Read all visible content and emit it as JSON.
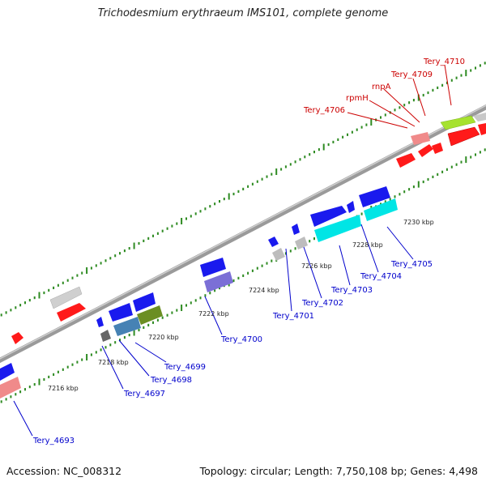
{
  "title": "Trichodesmium erythraeum IMS101, complete genome",
  "footer": {
    "accession": "Accession: NC_008312",
    "summary": "Topology: circular; Length: 7,750,108 bp; Genes: 4,498"
  },
  "colors": {
    "backbone": "#8c8c8c",
    "tick": "#2e8b22",
    "label_top": "#cc0000",
    "label_bottom": "#0000cc",
    "scale_text": "#222222"
  },
  "scale_labels": [
    "7216 kbp",
    "7218 kbp",
    "7220 kbp",
    "7222 kbp",
    "7224 kbp",
    "7226 kbp",
    "7228 kbp",
    "7230 kbp"
  ],
  "gene_labels_top": [
    "Tery_4706",
    "rpmH",
    "rnpA",
    "Tery_4709",
    "Tery_4710"
  ],
  "gene_labels_bottom": [
    "Tery_4693",
    "Tery_4697",
    "Tery_4698",
    "Tery_4699",
    "Tery_4700",
    "Tery_4701",
    "Tery_4702",
    "Tery_4703",
    "Tery_4704",
    "Tery_4705"
  ]
}
